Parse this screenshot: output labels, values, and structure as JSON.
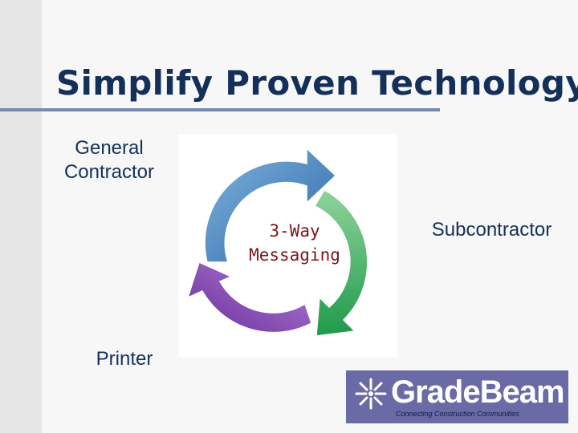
{
  "slide": {
    "title": "Simplify Proven Technology"
  },
  "parties": {
    "general_contractor_line1": "General",
    "general_contractor_line2": "Contractor",
    "subcontractor": "Subcontractor",
    "printer": "Printer"
  },
  "cycle": {
    "center_line1": "3-Way",
    "center_line2": "Messaging",
    "arrow_colors": [
      "#4a86bf",
      "#3fae63",
      "#8a4fb4"
    ],
    "center_text_color": "#7b1718"
  },
  "logo": {
    "wordmark": "GradeBeam",
    "tagline": "Connecting Construction Communities",
    "background_color": "#6a6aa6"
  }
}
